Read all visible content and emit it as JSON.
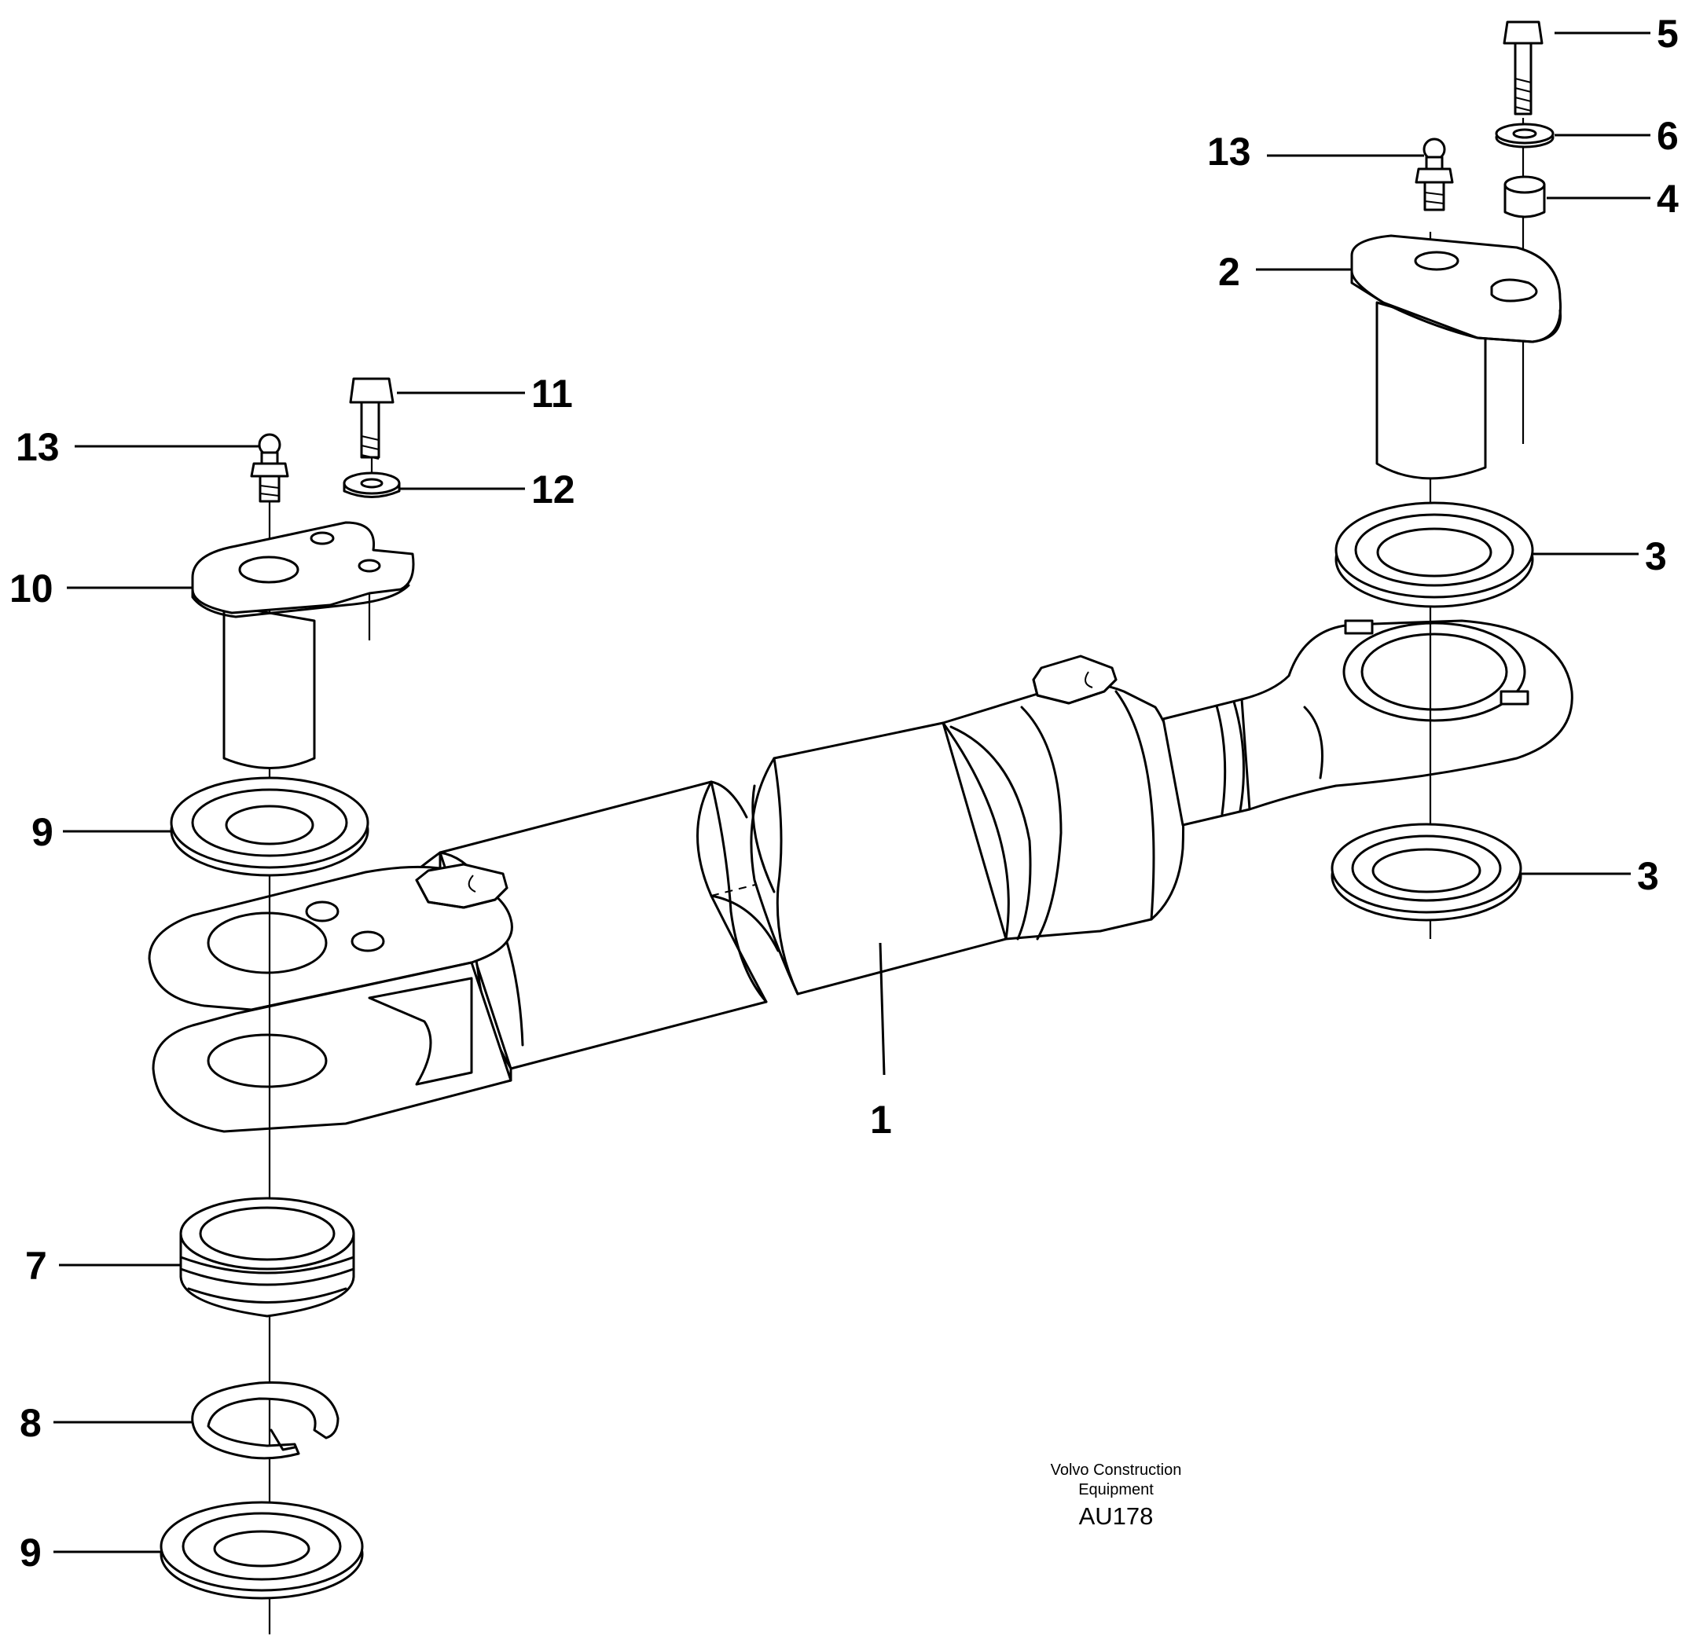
{
  "diagram": {
    "callouts": {
      "c1": "1",
      "c2": "2",
      "c3a": "3",
      "c3b": "3",
      "c4": "4",
      "c5": "5",
      "c6": "6",
      "c7": "7",
      "c8": "8",
      "c9a": "9",
      "c9b": "9",
      "c10": "10",
      "c11": "11",
      "c12": "12",
      "c13a": "13",
      "c13b": "13"
    },
    "credit": {
      "line1": "Volvo Construction",
      "line2": "Equipment",
      "code": "AU178"
    }
  }
}
